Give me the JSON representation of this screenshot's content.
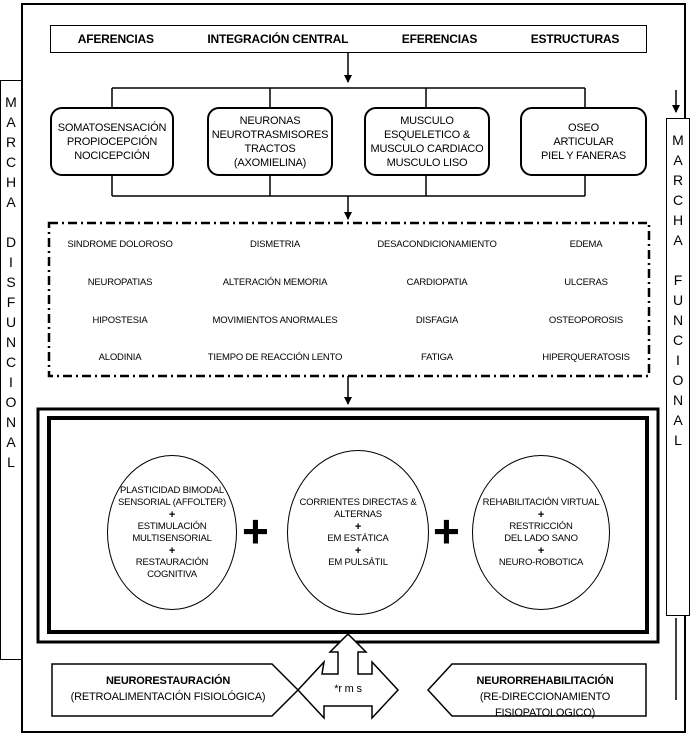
{
  "header": [
    "AFERENCIAS",
    "INTEGRACIÓN CENTRAL",
    "EFERENCIAS",
    "ESTRUCTURAS"
  ],
  "boxes": [
    [
      "SOMATOSENSACIÓN",
      "PROPIOCEPCIÓN",
      "NOCICEPCIÓN"
    ],
    [
      "NEURONAS",
      "NEUROTRASMISORES",
      "TRACTOS (AXOMIELINA)"
    ],
    [
      "MUSCULO ESQUELETICO &",
      "MUSCULO CARDIACO",
      "MUSCULO LISO"
    ],
    [
      "OSEO",
      "ARTICULAR",
      "PIEL Y FANERAS"
    ]
  ],
  "conditions": [
    [
      "SINDROME DOLOROSO",
      "NEUROPATIAS",
      "HIPOSTESIA",
      "ALODINIA"
    ],
    [
      "DISMETRIA",
      "ALTERACIÓN MEMORIA",
      "MOVIMIENTOS ANORMALES",
      "TIEMPO DE REACCIÓN LENTO"
    ],
    [
      "DESACONDICIONAMIENTO",
      "CARDIOPATIA",
      "DISFAGIA",
      "FATIGA"
    ],
    [
      "EDEMA",
      "ULCERAS",
      "OSTEOPOROSIS",
      "HIPERQUERATOSIS"
    ]
  ],
  "circles": [
    [
      "PLASTICIDAD BIMODAL",
      "SENSORIAL (AFFOLTER)",
      "+",
      "ESTIMULACIÓN",
      "MULTISENSORIAL",
      "+",
      "RESTAURACIÓN",
      "COGNITIVA"
    ],
    [
      "CORRIENTES DIRECTAS  &",
      "ALTERNAS",
      "+",
      "EM ESTÁTICA",
      "+",
      "EM PULSÁTIL"
    ],
    [
      "REHABILITACIÓN VIRTUAL",
      "+",
      "RESTRICCIÓN",
      "DEL LADO SANO",
      "+",
      "NEURO-ROBOTICA"
    ]
  ],
  "plus_sign": "+",
  "left_label": [
    "M",
    "A",
    "R",
    "C",
    "H",
    "A",
    "",
    "D",
    "I",
    "S",
    "F",
    "U",
    "N",
    "C",
    "I",
    "O",
    "N",
    "A",
    "L"
  ],
  "right_label": [
    "M",
    "A",
    "R",
    "C",
    "H",
    "A",
    "",
    "F",
    "U",
    "N",
    "C",
    "I",
    "O",
    "N",
    "A",
    "L"
  ],
  "bottom_left": {
    "title": "NEURORESTAURACIÓN",
    "subtitle": "(RETROALIMENTACIÓN FISIOLÓGICA)"
  },
  "bottom_right": {
    "title": "NEURORREHABILITACIÓN",
    "subtitle": "(RE-DIRECCIONAMIENTO FISIOPATOLOGICO)"
  },
  "center_arrow_label": "*r m s"
}
